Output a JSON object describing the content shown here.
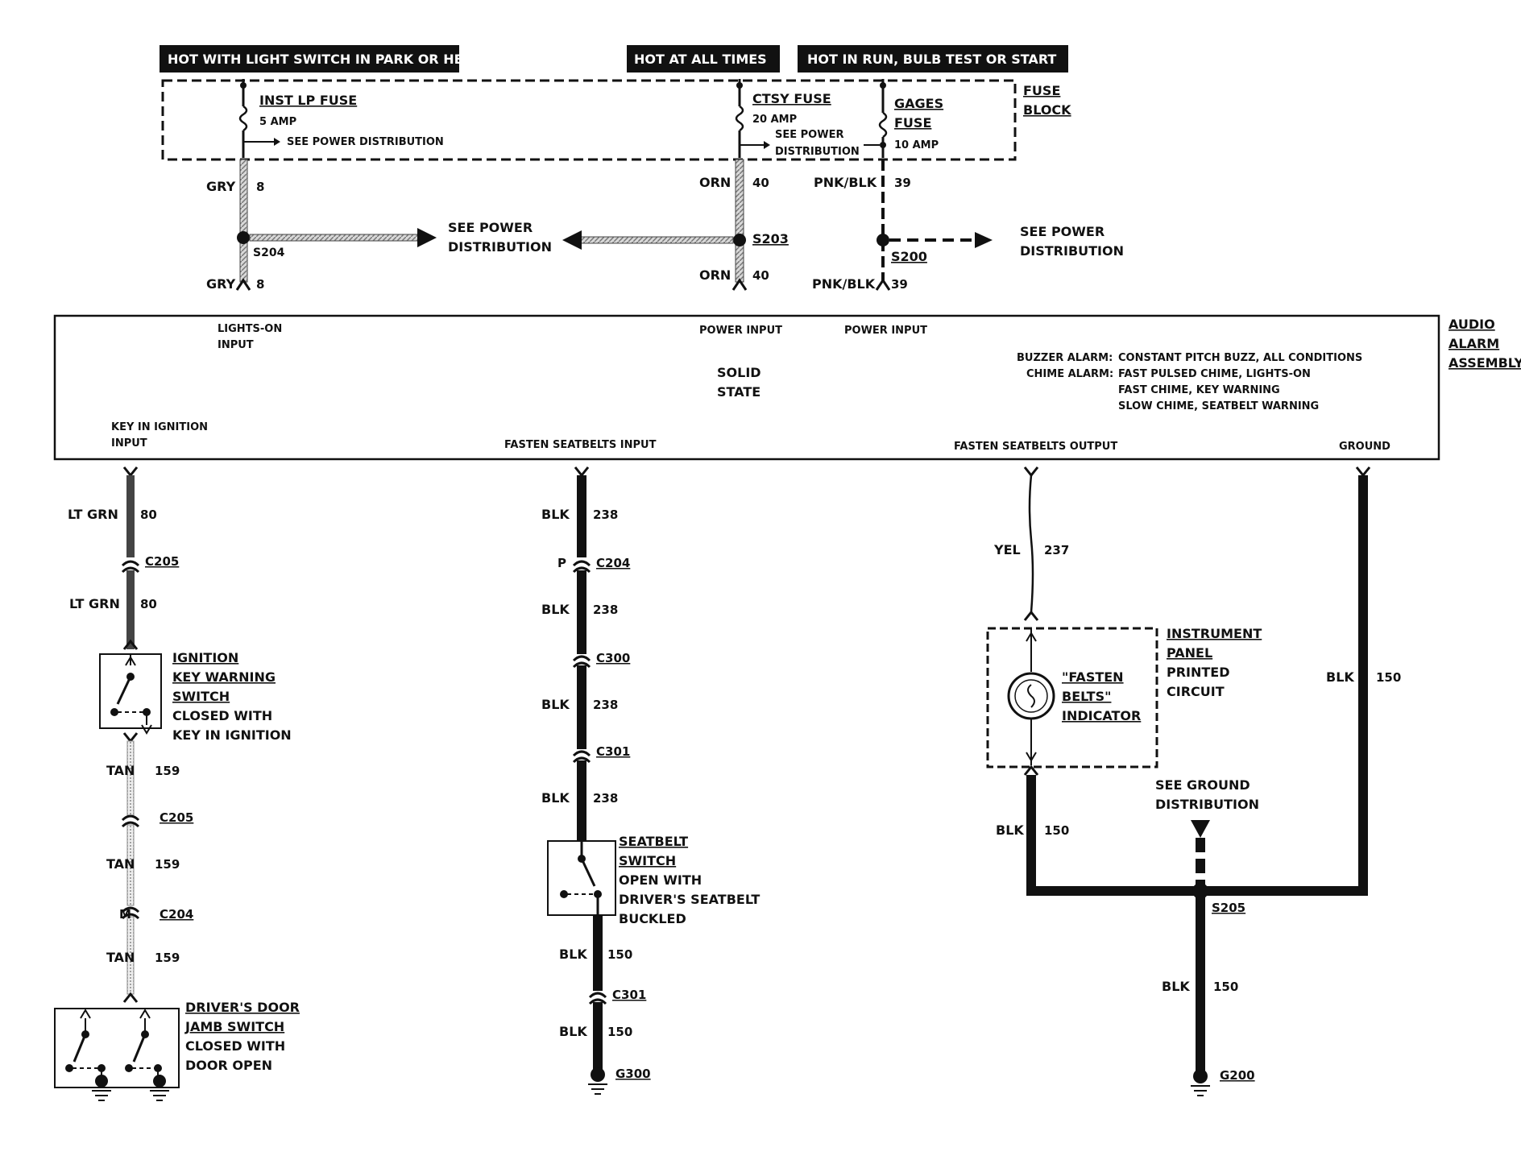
{
  "headers": {
    "park_head": "HOT WITH LIGHT SWITCH IN PARK OR HEAD",
    "all_times": "HOT AT ALL TIMES",
    "run_bulb_start": "HOT IN RUN,   BULB TEST OR START"
  },
  "fuse_block": {
    "label_line1": "FUSE",
    "label_line2": "BLOCK",
    "inst_lp_fuse": "INST LP FUSE",
    "inst_lp_amp": "5 AMP",
    "inst_lp_see": "SEE POWER DISTRIBUTION",
    "ctsy_fuse": "CTSY FUSE",
    "ctsy_amp": "20 AMP",
    "ctsy_see_1": "SEE POWER",
    "ctsy_see_2": "DISTRIBUTION",
    "gages_1": "GAGES",
    "gages_2": "FUSE",
    "gages_amp": "10 AMP"
  },
  "upper_wires": {
    "gry": "GRY",
    "gry_num": "8",
    "orn": "ORN",
    "orn_num": "40",
    "pnk": "PNK/BLK",
    "pnk_num": "39",
    "s204": "S204",
    "s203": "S203",
    "s200": "S200",
    "see_power_1": "SEE POWER",
    "see_power_2": "DISTRIBUTION"
  },
  "module": {
    "label_1": "AUDIO",
    "label_2": "ALARM",
    "label_3": "ASSEMBLY",
    "lights_on_1": "LIGHTS-ON",
    "lights_on_2": "INPUT",
    "power_input": "POWER INPUT",
    "solid_1": "SOLID",
    "solid_2": "STATE",
    "buzzer_label": "BUZZER ALARM:",
    "buzzer_text": "CONSTANT PITCH BUZZ, ALL CONDITIONS",
    "chime_label": "CHIME ALARM:",
    "chime_1": "FAST PULSED CHIME, LIGHTS-ON",
    "chime_2": "FAST CHIME, KEY WARNING",
    "chime_3": "SLOW CHIME, SEATBELT WARNING",
    "key_in_1": "KEY IN IGNITION",
    "key_in_2": "INPUT",
    "fasten_input": "FASTEN SEATBELTS INPUT",
    "fasten_output": "FASTEN SEATBELTS OUTPUT",
    "ground": "GROUND"
  },
  "left_circuit": {
    "lt_grn": "LT  GRN",
    "lt_grn_2": "LT GRN",
    "num_80": "80",
    "c205": "C205",
    "ign_1": "IGNITION",
    "ign_2": "KEY WARNING",
    "ign_3": "SWITCH",
    "ign_4": "CLOSED WITH",
    "ign_5": "KEY IN IGNITION",
    "tan": "TAN",
    "num_159": "159",
    "m": "M",
    "c204": "C204",
    "door_1": "DRIVER'S DOOR",
    "door_2": "JAMB SWITCH",
    "door_3": "CLOSED WITH",
    "door_4": "DOOR OPEN"
  },
  "mid_circuit": {
    "blk": "BLK",
    "num_238": "238",
    "p": "P",
    "c204": "C204",
    "c300": "C300",
    "c301": "C301",
    "sb_1": "SEATBELT",
    "sb_2": "SWITCH",
    "sb_3": "OPEN WITH",
    "sb_4": "DRIVER'S SEATBELT",
    "sb_5": "BUCKLED",
    "num_150": "150",
    "g300": "G300"
  },
  "right_circuit": {
    "yel": "YEL",
    "num_237": "237",
    "ip_1": "INSTRUMENT",
    "ip_2": "PANEL",
    "ip_3": "PRINTED",
    "ip_4": "CIRCUIT",
    "fb_1": "\"FASTEN",
    "fb_2": "BELTS\"",
    "fb_3": "INDICATOR",
    "blk": "BLK",
    "num_150": "150",
    "see_ground_1": "SEE GROUND",
    "see_ground_2": "DISTRIBUTION",
    "s205": "S205",
    "g200": "G200"
  }
}
